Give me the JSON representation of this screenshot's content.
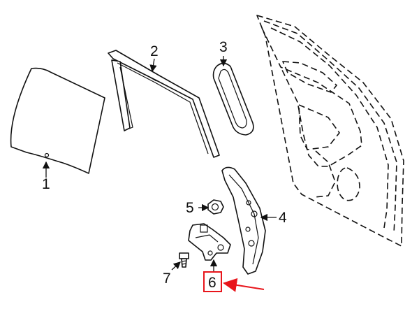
{
  "callouts": [
    {
      "id": "1",
      "label": "1"
    },
    {
      "id": "2",
      "label": "2"
    },
    {
      "id": "3",
      "label": "3"
    },
    {
      "id": "4",
      "label": "4"
    },
    {
      "id": "5",
      "label": "5"
    },
    {
      "id": "6",
      "label": "6"
    },
    {
      "id": "7",
      "label": "7"
    }
  ],
  "highlight": {
    "target": "6",
    "color": "#e8151b"
  },
  "line_color": "#111111"
}
